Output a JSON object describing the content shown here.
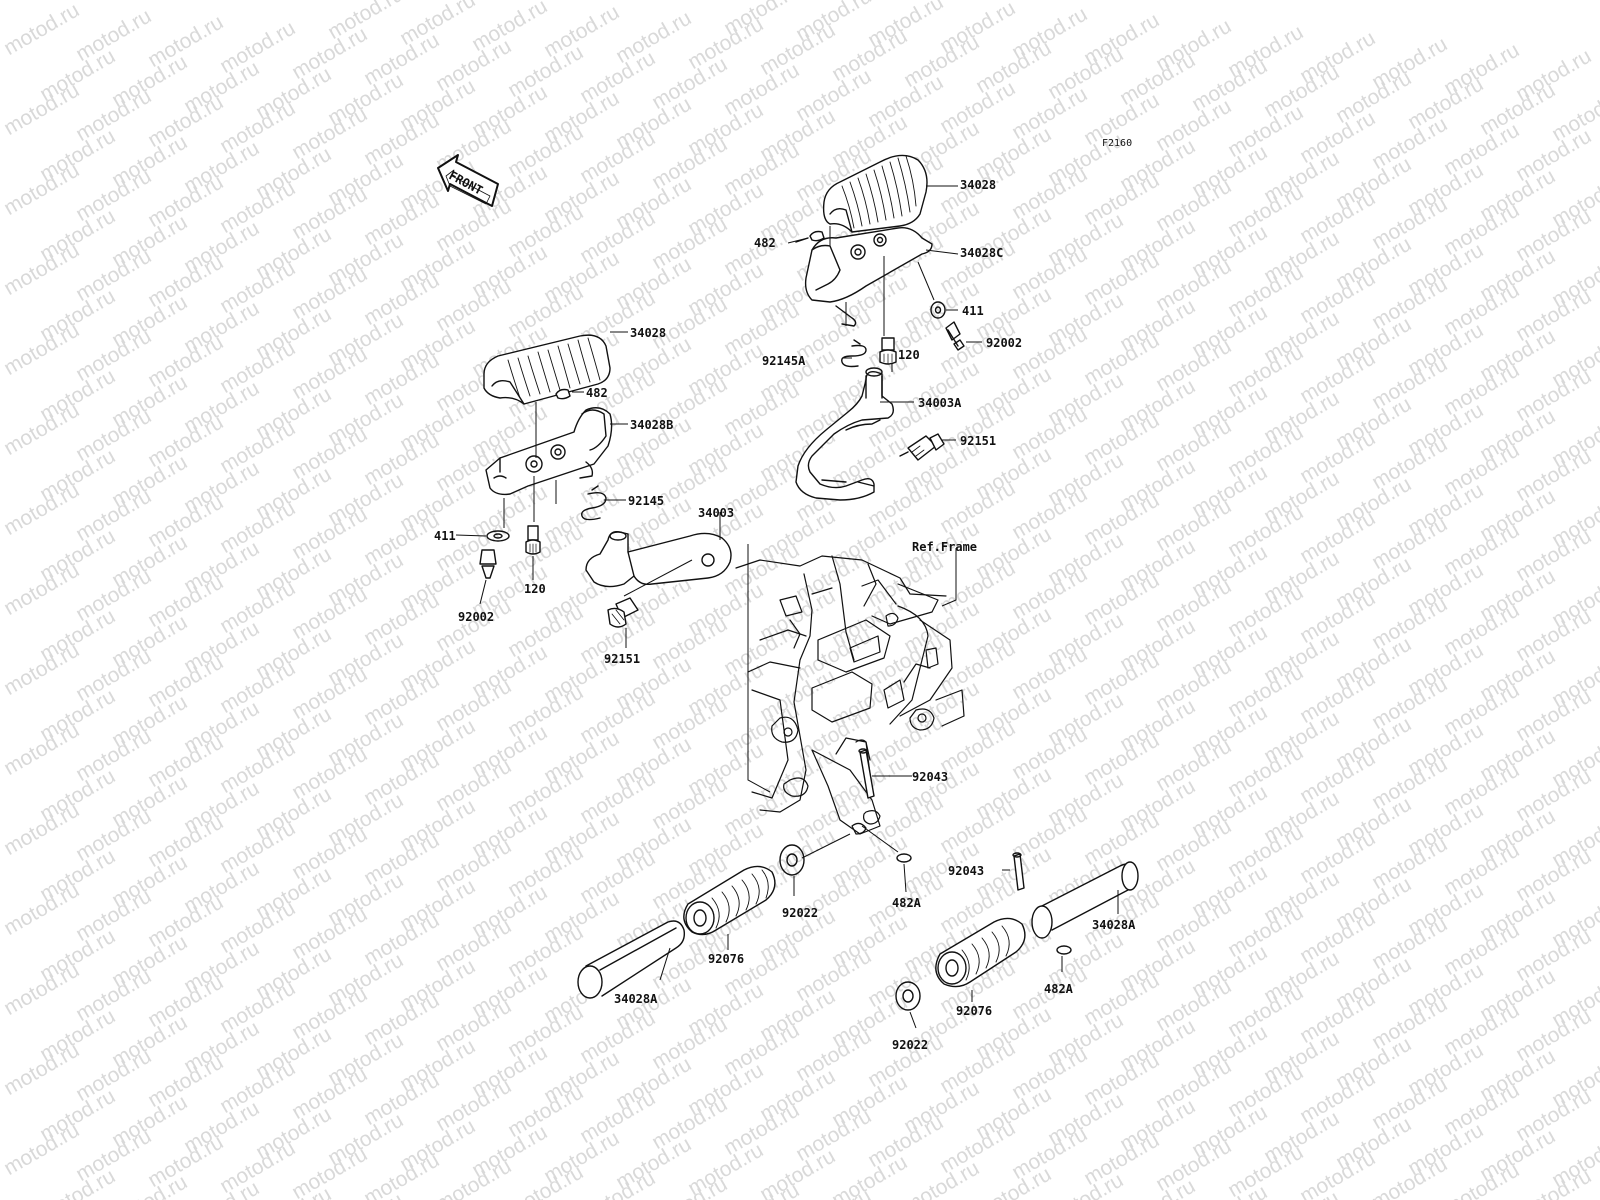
{
  "diagram": {
    "figure_code": "F2160",
    "front_arrow_label": "FRONT",
    "watermark_text": "motod.ru",
    "colors": {
      "line": "#111111",
      "watermark": "#d9d9d9",
      "background": "#ffffff"
    }
  },
  "part_labels": {
    "p34028_upper_right": "34028",
    "p482_upper_right": "482",
    "p34028C": "34028C",
    "p411_right": "411",
    "p92002_right": "92002",
    "p92145A": "92145A",
    "p120_right": "120",
    "p34003A": "34003A",
    "p92151_right": "92151",
    "p34028_left": "34028",
    "p482_left": "482",
    "p34028B": "34028B",
    "p92145": "92145",
    "p34003": "34003",
    "p411_left": "411",
    "p120_left": "120",
    "p92002_left": "92002",
    "p92151_left": "92151",
    "ref_frame": "Ref.Frame",
    "p92043_upper": "92043",
    "p92043_lower": "92043",
    "p34028A_right": "34028A",
    "p92022_left": "92022",
    "p482A_center": "482A",
    "p92076_left": "92076",
    "p34028A_left": "34028A",
    "p482A_right": "482A",
    "p92076_right": "92076",
    "p92022_right": "92022"
  }
}
